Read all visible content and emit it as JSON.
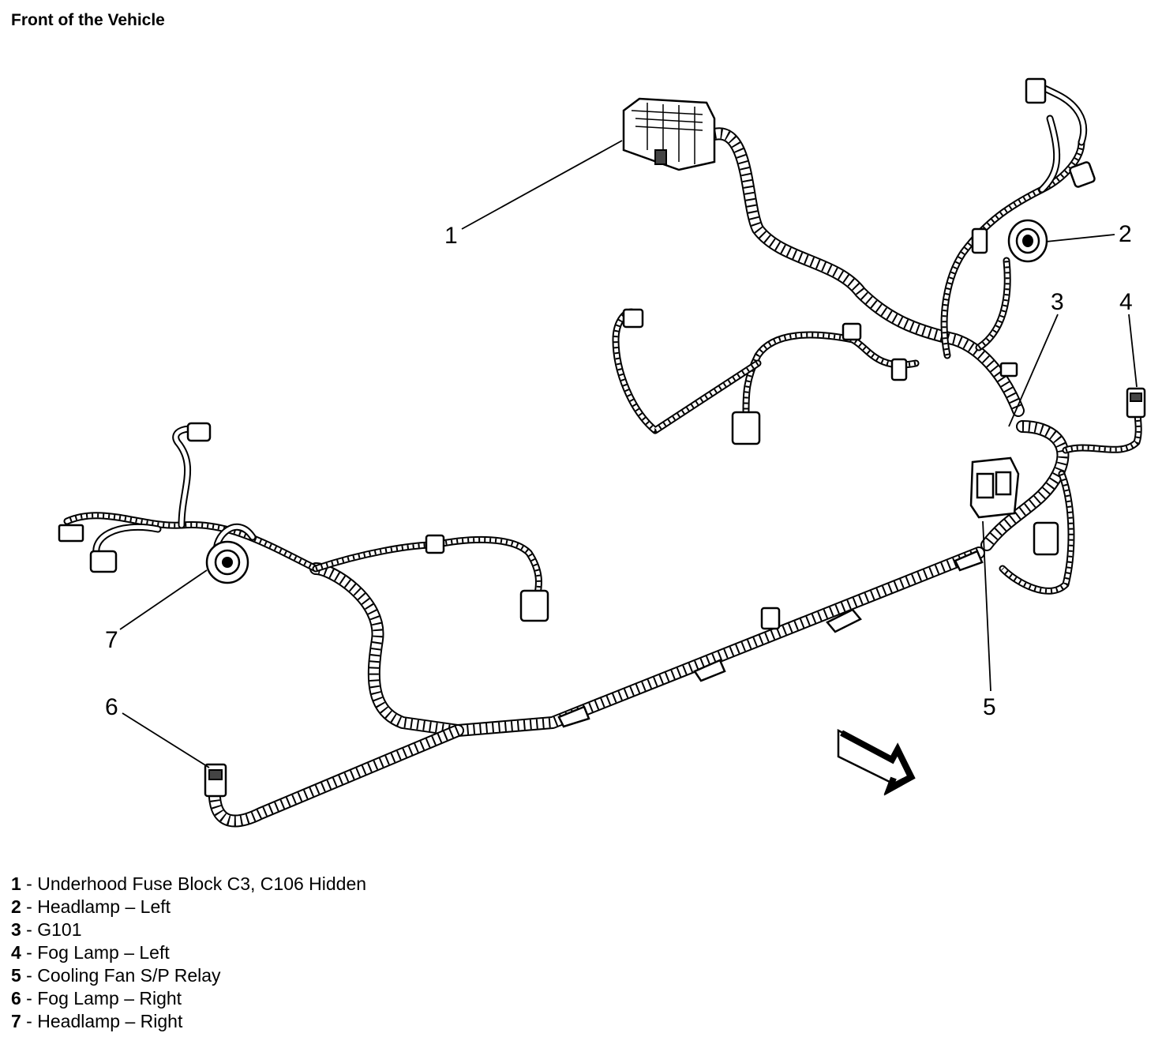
{
  "title": "Front of the Vehicle",
  "callouts": [
    "1",
    "2",
    "3",
    "4",
    "5",
    "6",
    "7"
  ],
  "legend": [
    {
      "num": "1",
      "text": "Underhood Fuse Block C3, C106 Hidden"
    },
    {
      "num": "2",
      "text": "Headlamp – Left"
    },
    {
      "num": "3",
      "text": "G101"
    },
    {
      "num": "4",
      "text": "Fog Lamp – Left"
    },
    {
      "num": "5",
      "text": "Cooling Fan S/P Relay"
    },
    {
      "num": "6",
      "text": "Fog Lamp – Right"
    },
    {
      "num": "7",
      "text": "Headlamp – Right"
    }
  ],
  "legend_separator": " - ",
  "colors": {
    "ink": "#000000",
    "background": "#ffffff"
  },
  "icons": [
    "front-direction-arrow-icon"
  ]
}
